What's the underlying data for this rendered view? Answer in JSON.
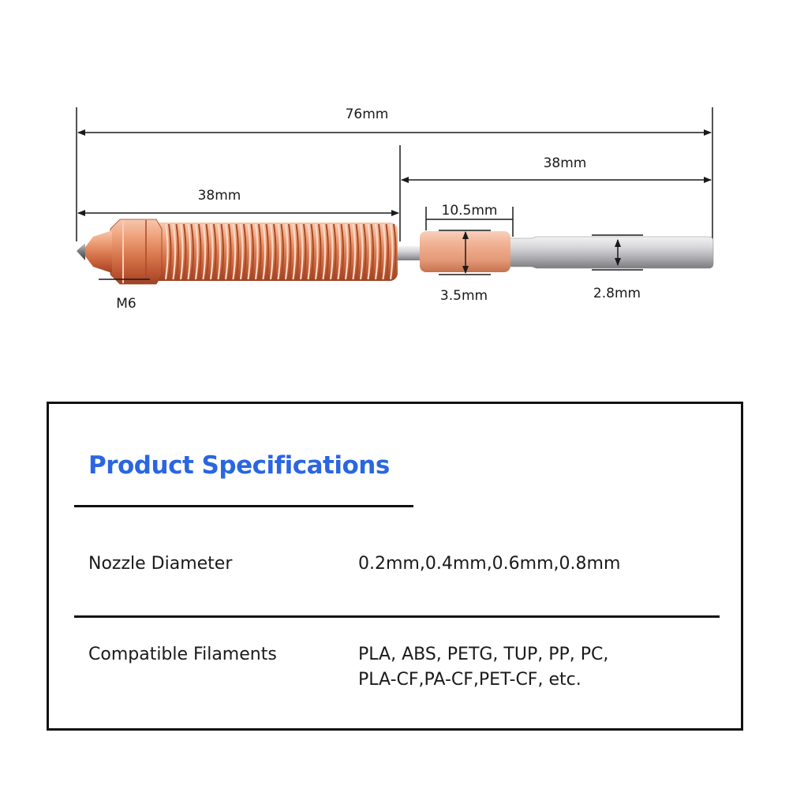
{
  "diagram": {
    "dimensions": {
      "total_length": "76mm",
      "left_length": "38mm",
      "right_length": "38mm",
      "sleeve_length": "10.5mm",
      "sleeve_diameter": "3.5mm",
      "tube_diameter": "2.8mm",
      "thread_size": "M6"
    }
  },
  "specs": {
    "title": "Product Specifications",
    "rows": [
      {
        "label": "Nozzle Diameter",
        "value_lines": [
          "0.2mm,0.4mm,0.6mm,0.8mm"
        ]
      },
      {
        "label": "Compatible Filaments",
        "value_lines": [
          "PLA, ABS, PETG, TUP, PP, PC,",
          "PLA-CF,PA-CF,PET-CF, etc."
        ]
      }
    ]
  },
  "colors": {
    "title_blue": "#2a66e0",
    "copper": "#e0875f",
    "steel": "#b8b8bc"
  }
}
